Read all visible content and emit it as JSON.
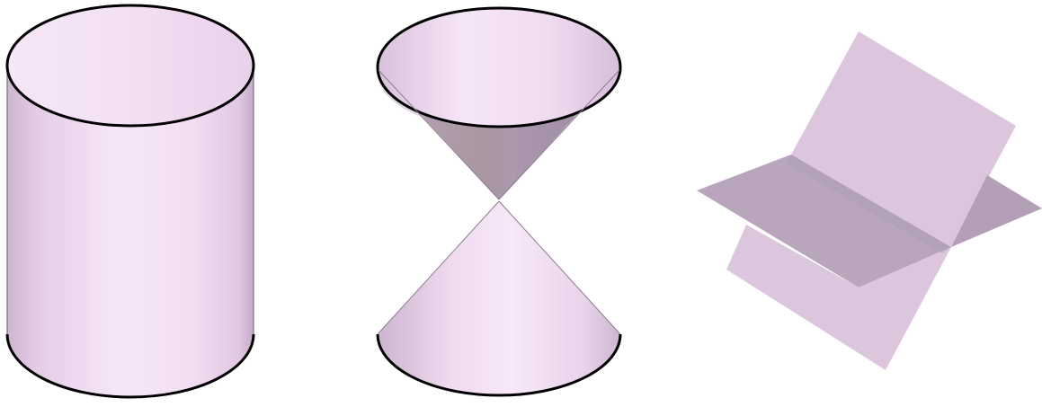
{
  "figure": {
    "shapes": [
      {
        "name": "cylinder"
      },
      {
        "name": "double-cone"
      },
      {
        "name": "intersecting-planes"
      }
    ]
  },
  "colors": {
    "background": "#ffffff",
    "surface_light": "#f6e4f6",
    "surface_mid": "#e6cde6",
    "surface_dark": "#b3a1b6",
    "outline": "#000000",
    "plane_front": "#dcc6de",
    "plane_back": "#c0aec4",
    "plane_shadow": "#a997ae"
  }
}
